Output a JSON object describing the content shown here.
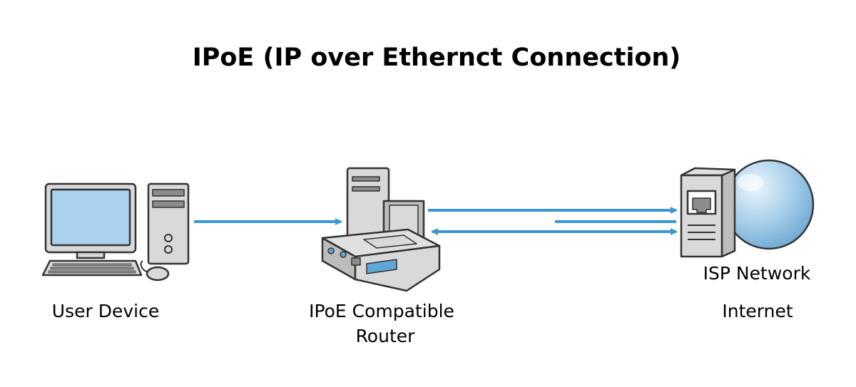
{
  "title": "IPoE (IP over Ethernct Connection)",
  "nodes": {
    "user_device": {
      "label": "User Device"
    },
    "router": {
      "label_line1": "IPoE Compatible",
      "label_line2": "Router"
    },
    "isp": {
      "label_line1": "ISP Network",
      "label_line2": "Internet"
    }
  },
  "colors": {
    "arrow": "#3a97cf",
    "screen": "#a9d2ef",
    "case": "#d9d9d9",
    "case_dark": "#8c8c8c",
    "outline": "#333333",
    "globe": "#a7cfe9",
    "router_blue": "#5ea6d6"
  }
}
